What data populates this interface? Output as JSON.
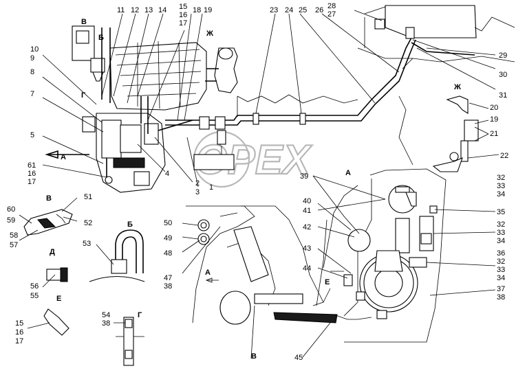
{
  "watermark": "OPEX",
  "view_letters": {
    "v_top": "В",
    "b_top": "Б",
    "g_top": "Г",
    "zh_top": "Ж",
    "a_main": "А",
    "zh_right": "Ж",
    "v_detail": "В",
    "b_detail": "Б",
    "d_detail": "Д",
    "e_detail": "Е",
    "g_detail": "Г",
    "a_lower": "А",
    "e_lower": "Е",
    "a_mid": "А",
    "v_lower": "В"
  },
  "callouts": {
    "c11": "11",
    "c12": "12",
    "c13": "13",
    "c14": "14",
    "c15": "15",
    "c16a": "16",
    "c17a": "17",
    "c18": "18",
    "c19": "19",
    "c23": "23",
    "c24": "24",
    "c25": "25",
    "c26": "26",
    "c28": "28",
    "c27": "27",
    "c29": "29",
    "c30": "30",
    "c31": "31",
    "c10": "10",
    "c9": "9",
    "c8": "8",
    "c7": "7",
    "c5": "5",
    "c61": "61",
    "c16b": "16",
    "c17b": "17",
    "c4": "4",
    "c2": "2",
    "c3": "3",
    "c1": "1",
    "c20": "20",
    "c19r": "19",
    "c21": "21",
    "c22": "22",
    "c32a": "32",
    "c33a": "33",
    "c34a": "34",
    "c35": "35",
    "c32b": "32",
    "c33b": "33",
    "c34b": "34",
    "c36": "36",
    "c32c": "32",
    "c33c": "33",
    "c34c": "34",
    "c37": "37",
    "c38a": "38",
    "c39": "39",
    "c40": "40",
    "c41": "41",
    "c42": "42",
    "c43": "43",
    "c44": "44",
    "c45": "45",
    "c50": "50",
    "c49": "49",
    "c48": "48",
    "c47": "47",
    "c38b": "38",
    "c60": "60",
    "c59": "59",
    "c51": "51",
    "c52": "52",
    "c58": "58",
    "c57": "57",
    "c53": "53",
    "c56": "56",
    "c55": "55",
    "c15b": "15",
    "c16c": "16",
    "c17c": "17",
    "c54": "54",
    "c38c": "38"
  }
}
